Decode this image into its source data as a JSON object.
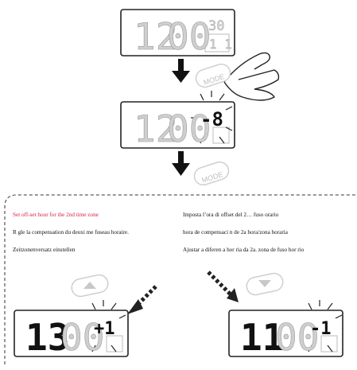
{
  "step1": {
    "hour": "12",
    "minute": "00",
    "seconds": "30",
    "small_bottom": "1 1"
  },
  "mode_button_label": "MODE",
  "step2": {
    "hour": "12",
    "minute": "00",
    "offset": "-8"
  },
  "mode_button_label_2": "MODE",
  "instructions": {
    "en": "Set off-set hour for the 2nd time zone",
    "fr": "R gle la compensation du deuxi me fuseau horaire.",
    "de": "Zeitzonenversatz einstellen",
    "it": "Imposta l’ora di offset del 2… fuso orario",
    "es": "hora de compensaci n de 2a hora/zona horaria",
    "pt": "Ajustar a diferen a hor ria da 2a. zona de fuso hor rio"
  },
  "up_example": {
    "hour": "13",
    "minute": "00",
    "offset": "+1"
  },
  "down_example": {
    "hour": "11",
    "minute": "00",
    "offset": "-1"
  },
  "colors": {
    "outline": "#222222",
    "accent_text": "#d8203a",
    "ghost_digit": "#cfcfcf"
  },
  "icons": [
    "arrow-down-icon",
    "hand-pointer-icon",
    "up-button-icon",
    "down-button-icon",
    "dotted-arrow-icon",
    "flash-rays-icon"
  ]
}
